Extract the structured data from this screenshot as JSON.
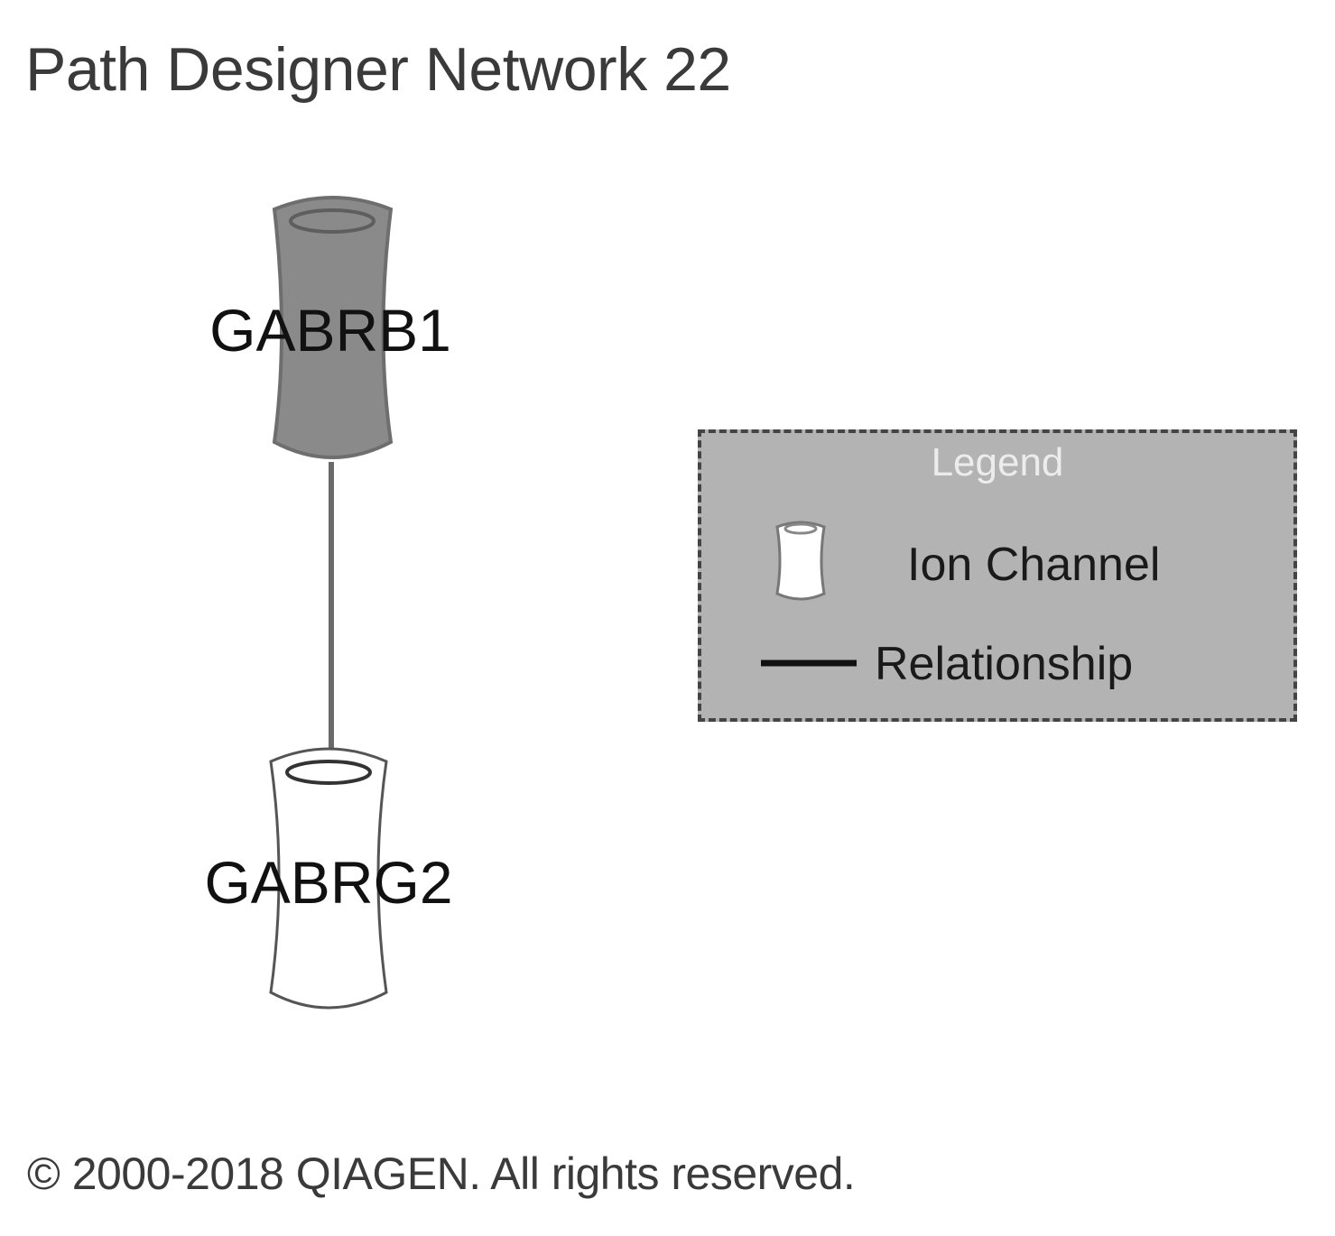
{
  "header": {
    "title": "Path Designer Network 22"
  },
  "nodes": [
    {
      "id": "GABRB1",
      "label": "GABRB1",
      "type": "Ion Channel",
      "fill": "#8a8a8a"
    },
    {
      "id": "GABRG2",
      "label": "GABRG2",
      "type": "Ion Channel",
      "fill": "#ffffff"
    }
  ],
  "edges": [
    {
      "from": "GABRB1",
      "to": "GABRG2",
      "type": "Relationship"
    }
  ],
  "legend": {
    "title": "Legend",
    "items": [
      {
        "label": "Ion Channel",
        "icon": "ion-channel-icon"
      },
      {
        "label": "Relationship",
        "icon": "relationship-line-icon"
      }
    ]
  },
  "footer": {
    "copyright": "© 2000-2018 QIAGEN. All rights reserved."
  },
  "colors": {
    "background": "#ffffff",
    "legend_background": "#b3b3b3",
    "legend_border": "#444444",
    "edge": "#6a6a6a"
  }
}
